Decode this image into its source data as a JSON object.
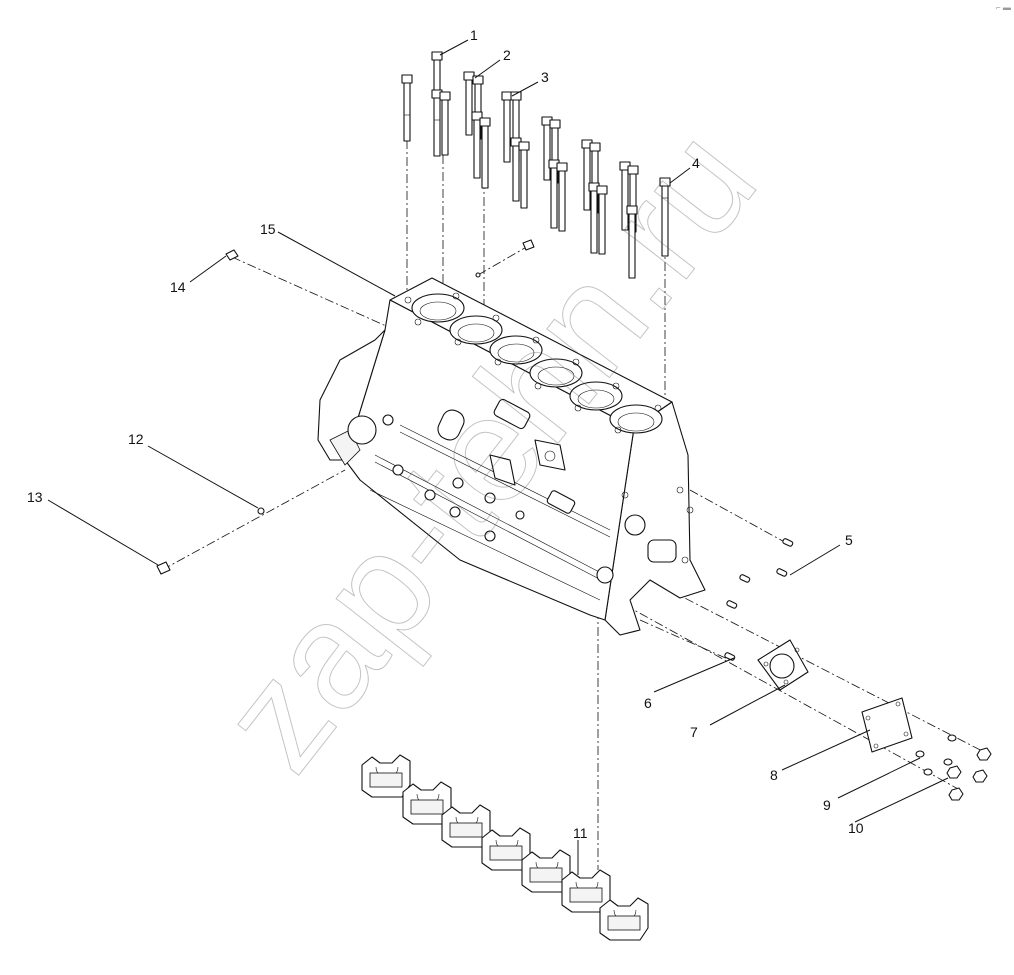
{
  "watermark": "zap-tehn.ru",
  "corner_mark": "⌐ ▬",
  "callouts": [
    {
      "id": "1",
      "label": "1"
    },
    {
      "id": "2",
      "label": "2"
    },
    {
      "id": "3",
      "label": "3"
    },
    {
      "id": "4",
      "label": "4"
    },
    {
      "id": "5",
      "label": "5"
    },
    {
      "id": "6",
      "label": "6"
    },
    {
      "id": "7",
      "label": "7"
    },
    {
      "id": "8",
      "label": "8"
    },
    {
      "id": "9",
      "label": "9"
    },
    {
      "id": "10",
      "label": "10"
    },
    {
      "id": "11",
      "label": "11"
    },
    {
      "id": "12",
      "label": "12"
    },
    {
      "id": "13",
      "label": "13"
    },
    {
      "id": "14",
      "label": "14"
    },
    {
      "id": "15",
      "label": "15"
    }
  ]
}
